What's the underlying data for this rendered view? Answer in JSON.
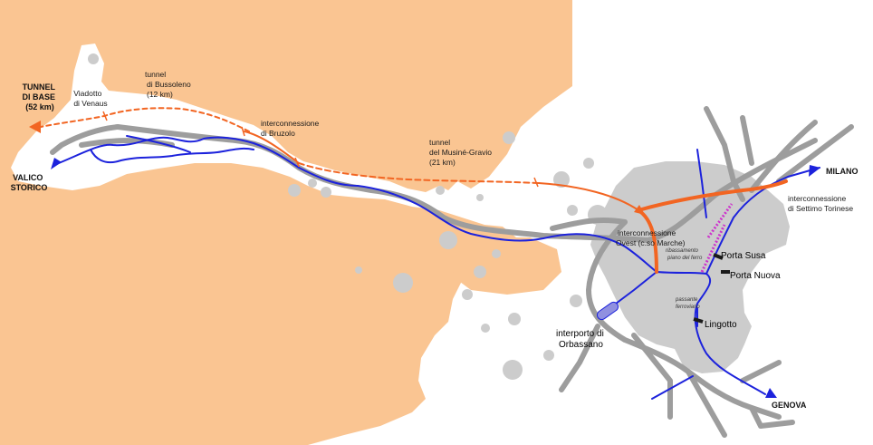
{
  "colors": {
    "mountains": "#FAC592",
    "urban": "#CCCCCC",
    "new_line": "#F26522",
    "existing_line": "#1C22DC",
    "road": "#9D9D9D",
    "background": "#FFFFFF",
    "station": "#1A1A1A"
  },
  "labels": {
    "tunnel_base": [
      "TUNNEL",
      "DI BASE",
      "(52 km)"
    ],
    "valico": [
      "VALICO",
      "STORICO"
    ],
    "viadotto": [
      "Viadotto",
      "di Venaus"
    ],
    "tunnel_bussoleno": [
      "tunnel",
      "di Bussoleno",
      "(12 km)"
    ],
    "interconn_bruzolo": [
      "interconnessione",
      "di Bruzolo"
    ],
    "tunnel_musine": [
      "tunnel",
      "del Musiné-Gravio",
      "(21 km)"
    ],
    "interconn_ovest": [
      "interconnessione",
      "Ovest (c.so Marche)"
    ],
    "ribassamento": [
      "ribassamento",
      "piano del ferro"
    ],
    "passante": [
      "passante",
      "ferroviario"
    ],
    "porta_susa": "Porta Susa",
    "porta_nuova": "Porta Nuova",
    "lingotto": "Lingotto",
    "interporto": [
      "interporto di",
      "Orbassano"
    ],
    "milano": "MILANO",
    "interconn_settimo": [
      "interconnessione",
      "di Settimo Torinese"
    ],
    "genova": "GENOVA"
  }
}
